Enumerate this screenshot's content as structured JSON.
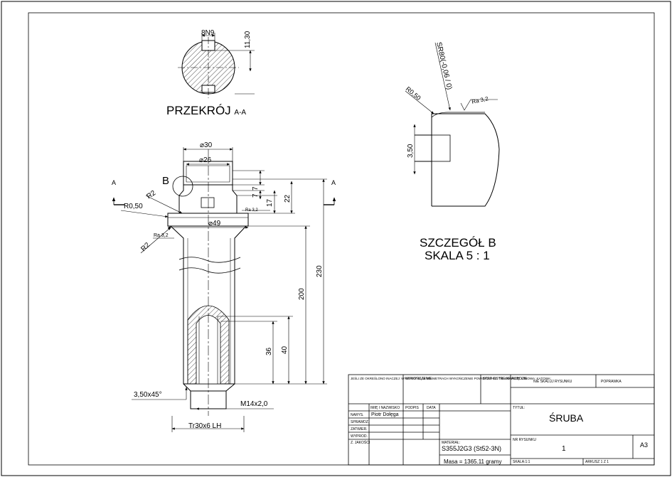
{
  "section": {
    "keyway_dim": "8N9",
    "depth_dim": "11,30",
    "title": "PRZEKRÓJ",
    "title_suffix": "A-A"
  },
  "main_view": {
    "section_mark_left": "A",
    "section_mark_right": "A",
    "detail_callout": "B",
    "dia_30": "⌀30",
    "dia_26": "⌀26",
    "dia_49": "⌀49",
    "r2_top": "R2",
    "r050": "R0,50",
    "r2_bottom": "R2",
    "ra_left": "Ra 3,2",
    "ra_mid": "Ra 3,2",
    "dim_7a": "7",
    "dim_7b": "7",
    "dim_17": "17",
    "dim_22": "22",
    "dim_200": "200",
    "dim_230": "230",
    "dim_36": "36",
    "dim_40": "40",
    "chamfer": "3,50x45°",
    "thread_m": "M14x2,0",
    "thread_tr": "Tr30x6 LH"
  },
  "detail": {
    "sr_dim": "SR80(-0,06 / 0)",
    "r050": "R0,50",
    "ra": "Ra 3,2",
    "dim_350": "3,50",
    "title_line1": "SZCZEGÓŁ B",
    "title_line2": "SKALA 5 : 1"
  },
  "title_block": {
    "note": "JEŚLI ZE OKREŚLONO INACZEJ: WYMIARY SĄ W MILIMETRACH WYKOŃCZENIE POWIERZCHNI: TOLERANCJE: LINIOWA: KĄTOWA:",
    "finish_label": "WYKOŃCZENIE:",
    "deburr_label": "STEP OSTRE KRAWĘDZIE",
    "no_scale_label": "NIE SKALUJ RYSUNKU",
    "revision_label": "POPRAWKA",
    "col_name": "IMIĘ I NAZWISKO",
    "col_sign": "PODPIS",
    "col_date": "DATA",
    "row_drawn": "NARYS.",
    "row_checked": "SPRAWDZ.",
    "row_approved": "ZATWIER.",
    "row_mfg": "WYPROD.",
    "row_quality": "Z. JAKOŚCI",
    "drawn_name": "Piotr Dołęga",
    "material_label": "MATERIAŁ:",
    "material": "S355J2G3 (St52-3N)",
    "mass": "Masa = 1365.11 gramy",
    "title_label": "TYTUŁ:",
    "title": "ŚRUBA",
    "drawing_no_label": "NR RYSUNKU",
    "drawing_no": "1",
    "format": "A3",
    "scale_label": "SKALA:1:1",
    "sheet_label": "ARKUSZ 1 Z 1"
  }
}
